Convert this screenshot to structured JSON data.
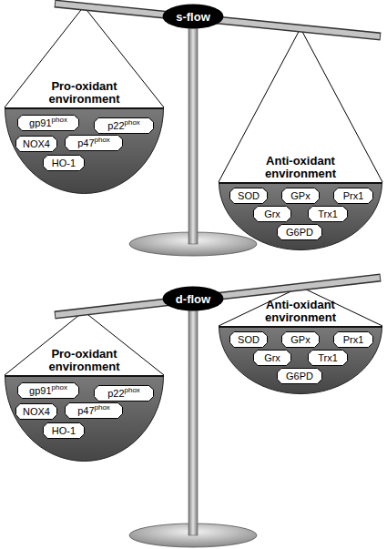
{
  "diagram": {
    "nodes": [
      {
        "text": [
          "s-flow"
        ]
      },
      {
        "text": [
          "Pro-oxidant environment"
        ]
      },
      {
        "text": [
          "gp91",
          "phox"
        ],
        "in": 1
      },
      {
        "text": [
          "p22",
          "phox"
        ],
        "in": 1
      },
      {
        "text": [
          "NOX4"
        ],
        "in": 1
      },
      {
        "text": [
          "p47",
          "phox"
        ],
        "in": 1
      },
      {
        "text": [
          "HO-1"
        ],
        "in": 1
      },
      {
        "text": [
          "Anti-oxidant environment"
        ]
      },
      {
        "text": [
          "SOD"
        ],
        "in": 7
      },
      {
        "text": [
          "GPx"
        ],
        "in": 7
      },
      {
        "text": [
          "Prx1"
        ],
        "in": 7
      },
      {
        "text": [
          "Grx"
        ],
        "in": 7
      },
      {
        "text": [
          "Trx1"
        ],
        "in": 7
      },
      {
        "text": [
          "G6PD"
        ],
        "in": 7
      },
      {
        "text": [
          "d-flow"
        ]
      },
      {
        "text": [
          "Pro-oxidant environment"
        ]
      },
      {
        "text": [
          "gp91",
          "phox"
        ],
        "in": 15
      },
      {
        "text": [
          "p22",
          "phox"
        ],
        "in": 15
      },
      {
        "text": [
          "NOX4"
        ],
        "in": 15
      },
      {
        "text": [
          "p47",
          "phox"
        ],
        "in": 15
      },
      {
        "text": [
          "HO-1"
        ],
        "in": 15
      },
      {
        "text": [
          "Anti-oxidant environment"
        ]
      },
      {
        "text": [
          "SOD"
        ],
        "in": 21
      },
      {
        "text": [
          "GPx"
        ],
        "in": 21
      },
      {
        "text": [
          "Prx1"
        ],
        "in": 21
      },
      {
        "text": [
          "Grx"
        ],
        "in": 21
      },
      {
        "text": [
          "Trx1"
        ],
        "in": 21
      },
      {
        "text": [
          "G6PD"
        ],
        "in": 21
      }
    ]
  }
}
